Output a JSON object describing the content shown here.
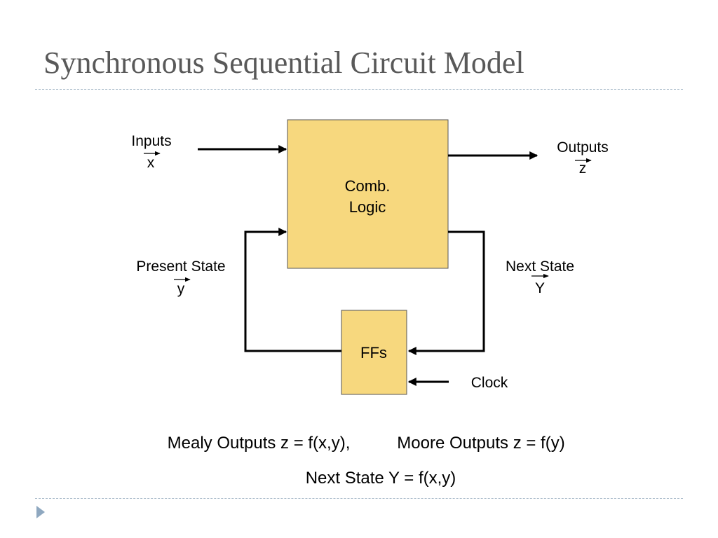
{
  "slide": {
    "title": "Synchronous Sequential Circuit Model",
    "accent_color": "#8fa8c0",
    "bullet_icon": "triangle-bullet-icon"
  },
  "diagram": {
    "comb_logic": {
      "line1": "Comb.",
      "line2": "Logic",
      "fill": "#f7d87e"
    },
    "ffs": {
      "label": "FFs",
      "fill": "#f7d87e"
    },
    "inputs": {
      "label": "Inputs",
      "symbol": "x"
    },
    "outputs": {
      "label": "Outputs",
      "symbol": "z"
    },
    "present_state": {
      "label": "Present State",
      "symbol": "y"
    },
    "next_state": {
      "label": "Next State",
      "symbol": "Y"
    },
    "clock": {
      "label": "Clock"
    }
  },
  "equations": {
    "mealy": "Mealy Outputs z = f(x,y),",
    "moore": "Moore Outputs z = f(y)",
    "next_state": "Next State Y = f(x,y)"
  }
}
